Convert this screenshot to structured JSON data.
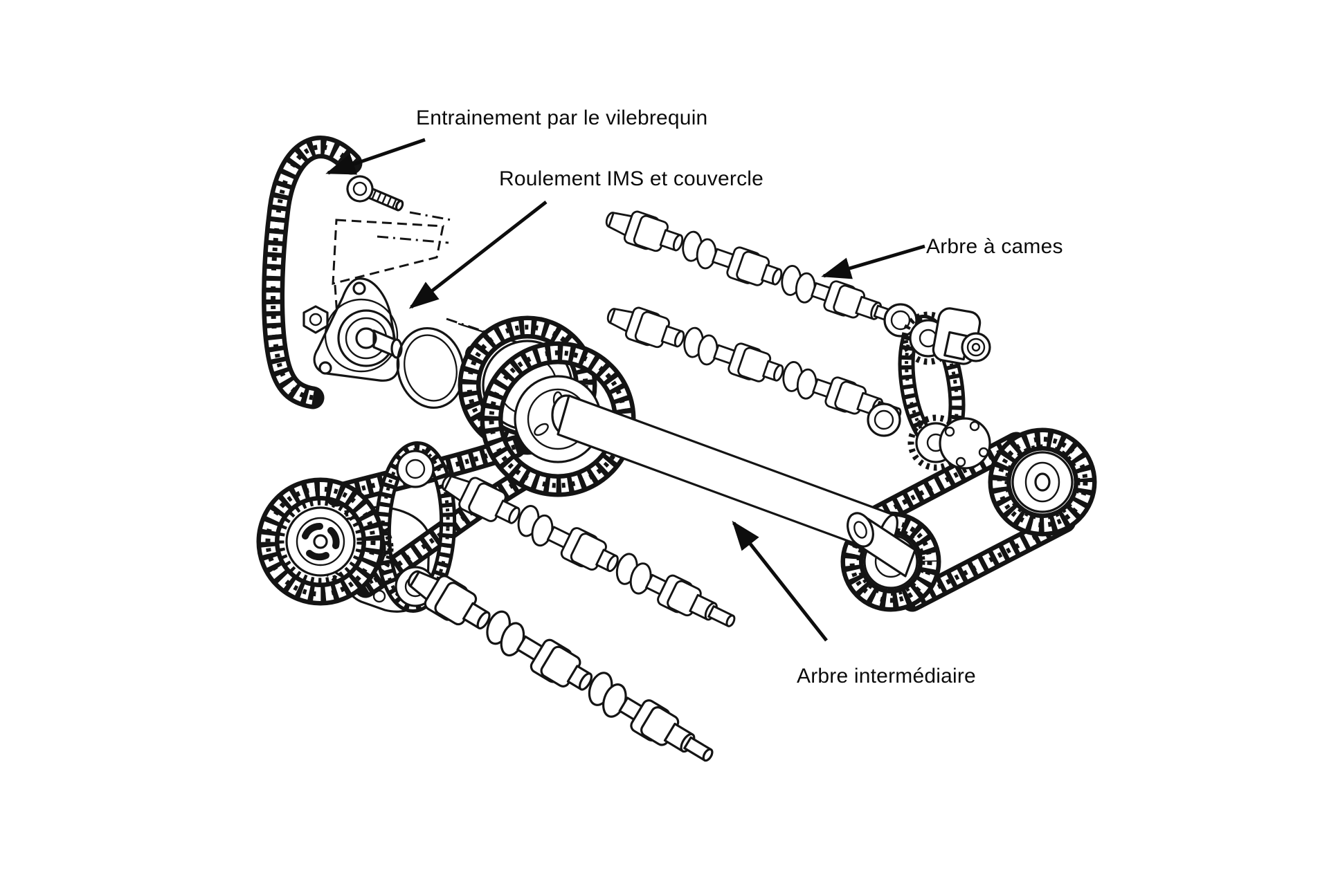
{
  "colors": {
    "ink": "#141414",
    "background": "#ffffff"
  },
  "diagram": {
    "labels": {
      "crank_drive": "Entrainement par le vilebrequin",
      "ims_bearing": "Roulement IMS et couvercle",
      "camshaft": "Arbre à cames",
      "intermediate_shaft": "Arbre intermédiaire"
    }
  }
}
